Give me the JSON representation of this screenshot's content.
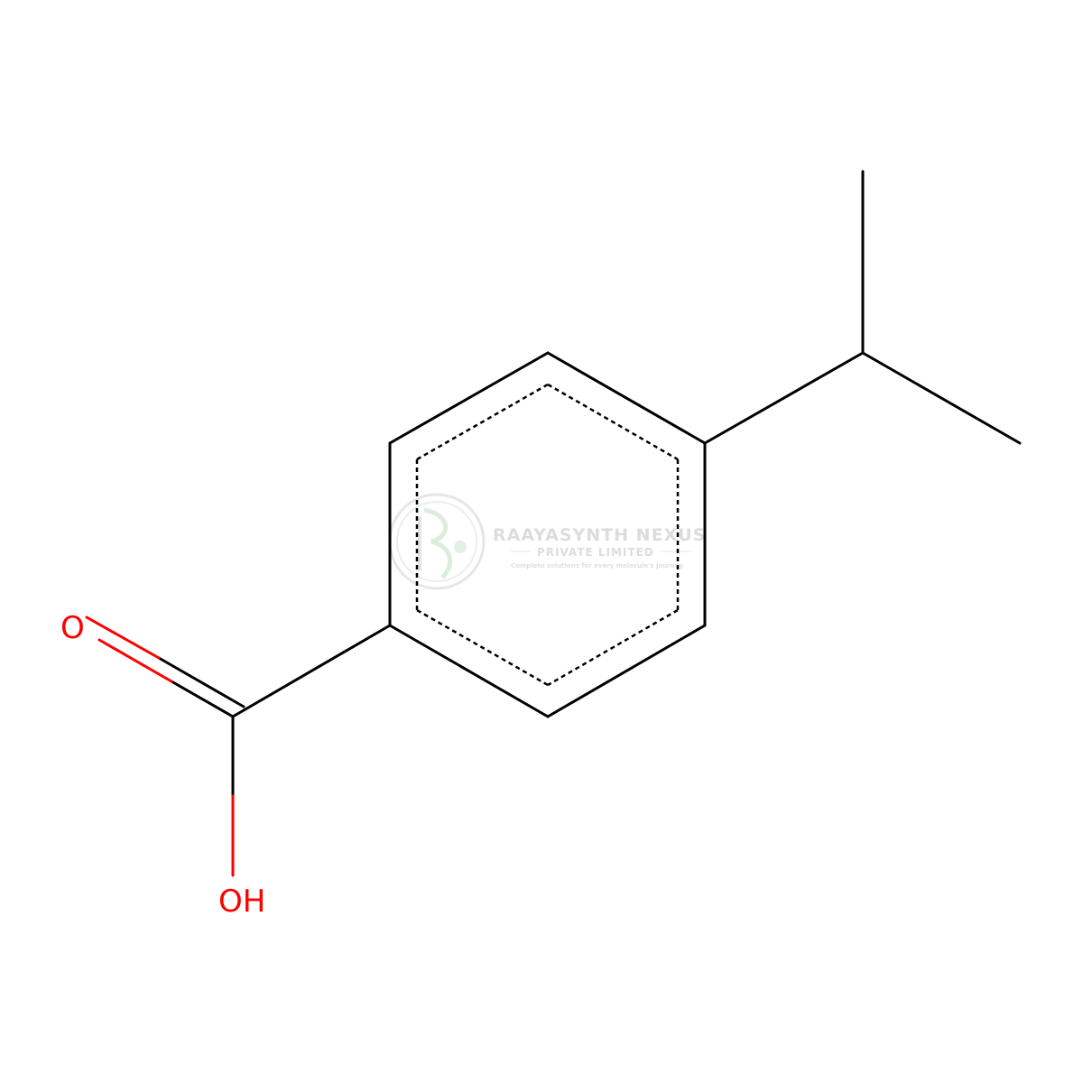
{
  "atoms": {
    "carbonyl_oxygen": "O",
    "hydroxyl": "OH"
  },
  "colors": {
    "bond": "#000000",
    "oxygen": "#ff0000",
    "background": "#ffffff",
    "watermark": "#d9d9d9"
  },
  "watermark": {
    "title": "RAAYASYNTH NEXUS",
    "subtitle": "PRIVATE LIMITED",
    "tagline": "Complete solutions for every molecule's journey"
  }
}
